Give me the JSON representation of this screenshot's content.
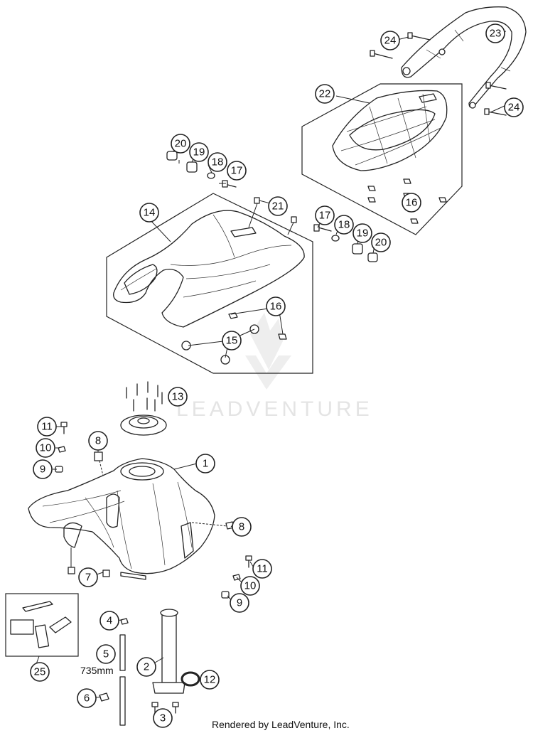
{
  "watermark": "LEADVENTURE",
  "footer": "Rendered by LeadVenture, Inc.",
  "length_label": "735mm",
  "callouts": {
    "c1": "1",
    "c2": "2",
    "c3": "3",
    "c4": "4",
    "c5": "5",
    "c6": "6",
    "c7": "7",
    "c8a": "8",
    "c8b": "8",
    "c9a": "9",
    "c9b": "9",
    "c10a": "10",
    "c10b": "10",
    "c11a": "11",
    "c11b": "11",
    "c12": "12",
    "c13": "13",
    "c14": "14",
    "c15": "15",
    "c16a": "16",
    "c16b": "16",
    "c17a": "17",
    "c17b": "17",
    "c18a": "18",
    "c18b": "18",
    "c19a": "19",
    "c19b": "19",
    "c20a": "20",
    "c20b": "20",
    "c21": "21",
    "c22": "22",
    "c23": "23",
    "c24a": "24",
    "c24b": "24",
    "c25": "25"
  }
}
